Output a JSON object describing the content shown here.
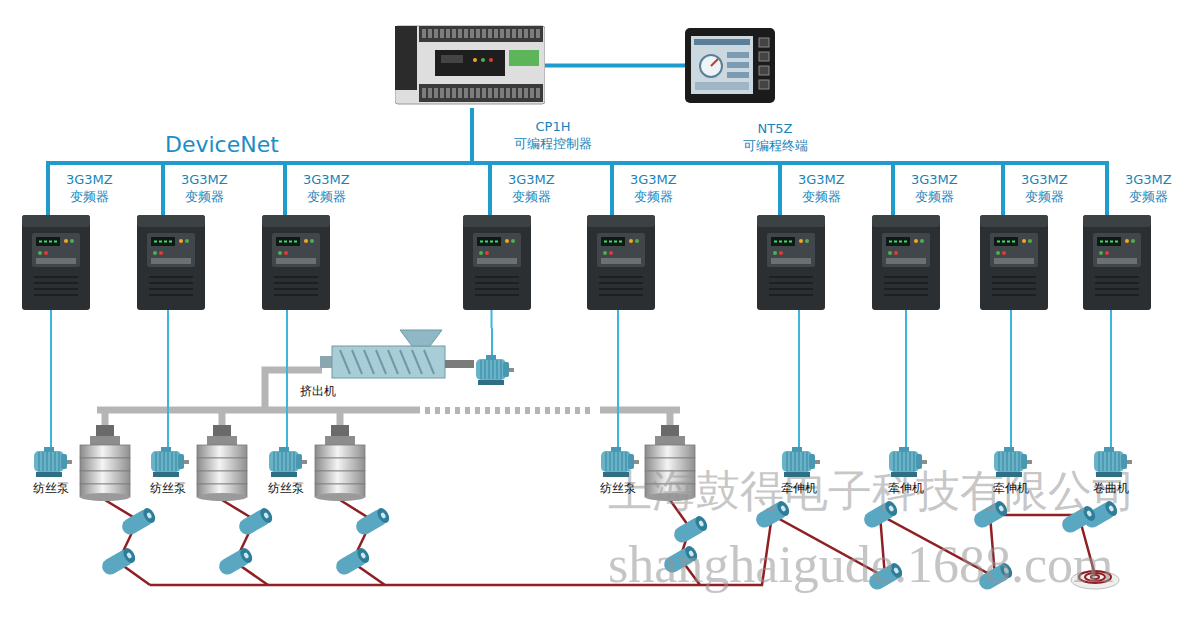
{
  "diagram": {
    "nodes": [
      {
        "text": [
          "CP1H",
          "可编程控制器"
        ]
      },
      {
        "text": [
          "NT5Z",
          "可编程终端"
        ]
      },
      {
        "text": [
          "3G3MZ",
          "变频器"
        ]
      },
      {
        "text": [
          "3G3MZ",
          "变频器"
        ]
      },
      {
        "text": [
          "3G3MZ",
          "变频器"
        ]
      },
      {
        "text": [
          "3G3MZ",
          "变频器"
        ]
      },
      {
        "text": [
          "3G3MZ",
          "变频器"
        ]
      },
      {
        "text": [
          "3G3MZ",
          "变频器"
        ]
      },
      {
        "text": [
          "3G3MZ",
          "变频器"
        ]
      },
      {
        "text": [
          "3G3MZ",
          "变频器"
        ]
      },
      {
        "text": [
          "3G3MZ",
          "变频器"
        ]
      },
      {
        "text": [
          "挤出机"
        ]
      },
      {
        "text": [
          "纺丝泵"
        ]
      },
      {
        "text": [
          "纺丝泵"
        ]
      },
      {
        "text": [
          "纺丝泵"
        ]
      },
      {
        "text": [
          "纺丝泵"
        ]
      },
      {
        "text": [
          "牵伸机"
        ]
      },
      {
        "text": [
          "牵伸机"
        ]
      },
      {
        "text": [
          "牵伸机"
        ]
      },
      {
        "text": [
          "卷曲机"
        ]
      }
    ],
    "edges": [
      {
        "from": 0,
        "to": 1,
        "arrow": "none"
      },
      {
        "from": 0,
        "to": 2,
        "arrow": "none"
      },
      {
        "from": 0,
        "to": 3,
        "arrow": "none"
      },
      {
        "from": 0,
        "to": 4,
        "arrow": "none"
      },
      {
        "from": 0,
        "to": 5,
        "arrow": "none"
      },
      {
        "from": 0,
        "to": 6,
        "arrow": "none"
      },
      {
        "from": 0,
        "to": 7,
        "arrow": "none"
      },
      {
        "from": 0,
        "to": 8,
        "arrow": "none"
      },
      {
        "from": 0,
        "to": 9,
        "arrow": "none"
      },
      {
        "from": 0,
        "to": 10,
        "arrow": "none"
      },
      {
        "from": 2,
        "to": 12,
        "arrow": "none"
      },
      {
        "from": 3,
        "to": 13,
        "arrow": "none"
      },
      {
        "from": 4,
        "to": 14,
        "arrow": "none"
      },
      {
        "from": 5,
        "to": 11,
        "arrow": "none"
      },
      {
        "from": 6,
        "to": 15,
        "arrow": "none"
      },
      {
        "from": 7,
        "to": 16,
        "arrow": "none"
      },
      {
        "from": 8,
        "to": 17,
        "arrow": "none"
      },
      {
        "from": 9,
        "to": 18,
        "arrow": "none"
      },
      {
        "from": 10,
        "to": 19,
        "arrow": "none"
      }
    ],
    "labels": [
      "DeviceNet",
      "上海鼓得电子科技有限公司",
      "shanghaigude.1688.com"
    ]
  }
}
